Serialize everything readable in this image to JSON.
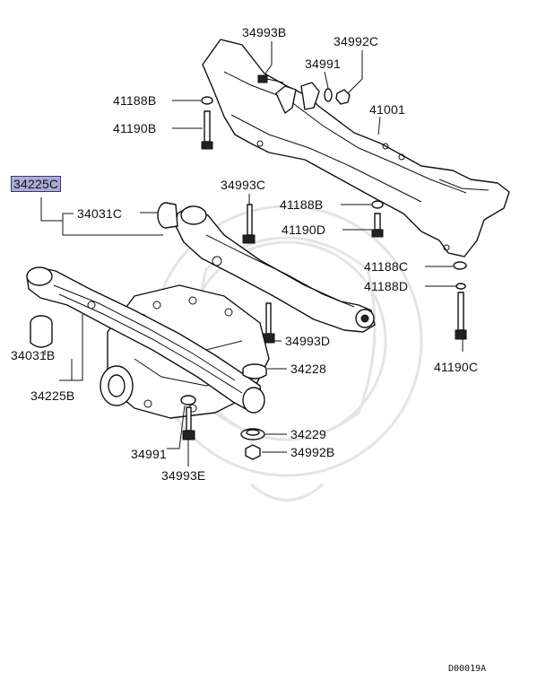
{
  "labels": {
    "p34993B_top": "34993B",
    "p34992C": "34992C",
    "p34991_top": "34991",
    "p41188B_left": "41188B",
    "p41001": "41001",
    "p41190B": "41190B",
    "p34225C": "34225C",
    "p34993C": "34993C",
    "p34031C": "34031C",
    "p41188B_right": "41188B",
    "p41190D": "41190D",
    "p41188C": "41188C",
    "p41188D": "41188D",
    "p34993D": "34993D",
    "p34031B": "34031B",
    "p34228": "34228",
    "p41190C": "41190C",
    "p34225B": "34225B",
    "p34229": "34229",
    "p34991_bottom": "34991",
    "p34992B": "34992B",
    "p34993E": "34993E"
  },
  "highlighted_part": "34225C",
  "highlight_color": "#a9acd9",
  "drawing_code": "D00019A"
}
